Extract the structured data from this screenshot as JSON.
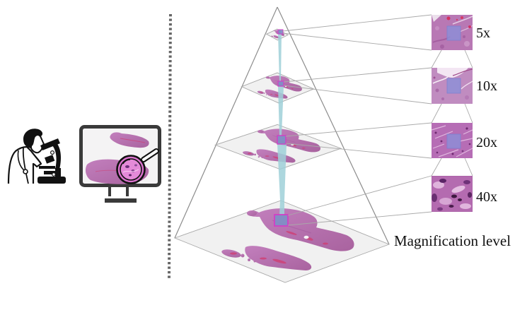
{
  "left_panel": {
    "pathologist_icon": "pathologist-microscope-icon",
    "monitor_icon": "monitor-magnifier-icon",
    "divider": "dotted-vertical-divider"
  },
  "pyramid": {
    "axis_label": "Magnification level",
    "levels": [
      {
        "label": "5x"
      },
      {
        "label": "10x"
      },
      {
        "label": "20x"
      },
      {
        "label": "40x"
      }
    ]
  },
  "colors": {
    "tissue": "#b772b2",
    "tissue_red": "#cf3f73",
    "beam": "#9fd0d8",
    "roi_border": "#d23fc6",
    "roi_fill": "#7f8fc6",
    "plane": "#f1f1f1",
    "pyramid_lines": "#8c8c8c",
    "icon_dark": "#3a3a3a",
    "text": "#111111"
  }
}
